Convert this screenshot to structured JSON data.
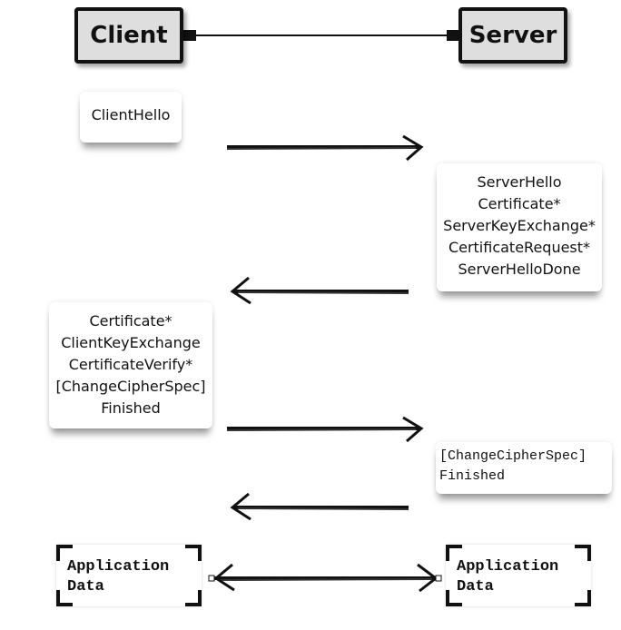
{
  "actors": {
    "client": "Client",
    "server": "Server"
  },
  "messages": {
    "client_hello": [
      "ClientHello"
    ],
    "server_hello": [
      "ServerHello",
      "Certificate*",
      "ServerKeyExchange*",
      "CertificateRequest*",
      "ServerHelloDone"
    ],
    "client_cert": [
      "Certificate*",
      "ClientKeyExchange",
      "CertificateVerify*",
      "[ChangeCipherSpec]",
      "Finished"
    ],
    "server_finished": [
      "[ChangeCipherSpec]",
      "Finished"
    ]
  },
  "application_data": {
    "client": [
      "Application",
      "Data"
    ],
    "server": [
      "Application",
      "Data"
    ]
  },
  "arrows": [
    {
      "from": "client",
      "to": "server",
      "label": ""
    },
    {
      "from": "server",
      "to": "client",
      "label": ""
    },
    {
      "from": "client",
      "to": "server",
      "label": ""
    },
    {
      "from": "server",
      "to": "client",
      "label": ""
    },
    {
      "from": "client",
      "to": "server",
      "label": "",
      "bidirectional": true
    }
  ],
  "colors": {
    "actor_fill": "#dedede",
    "stroke": "#111111"
  }
}
